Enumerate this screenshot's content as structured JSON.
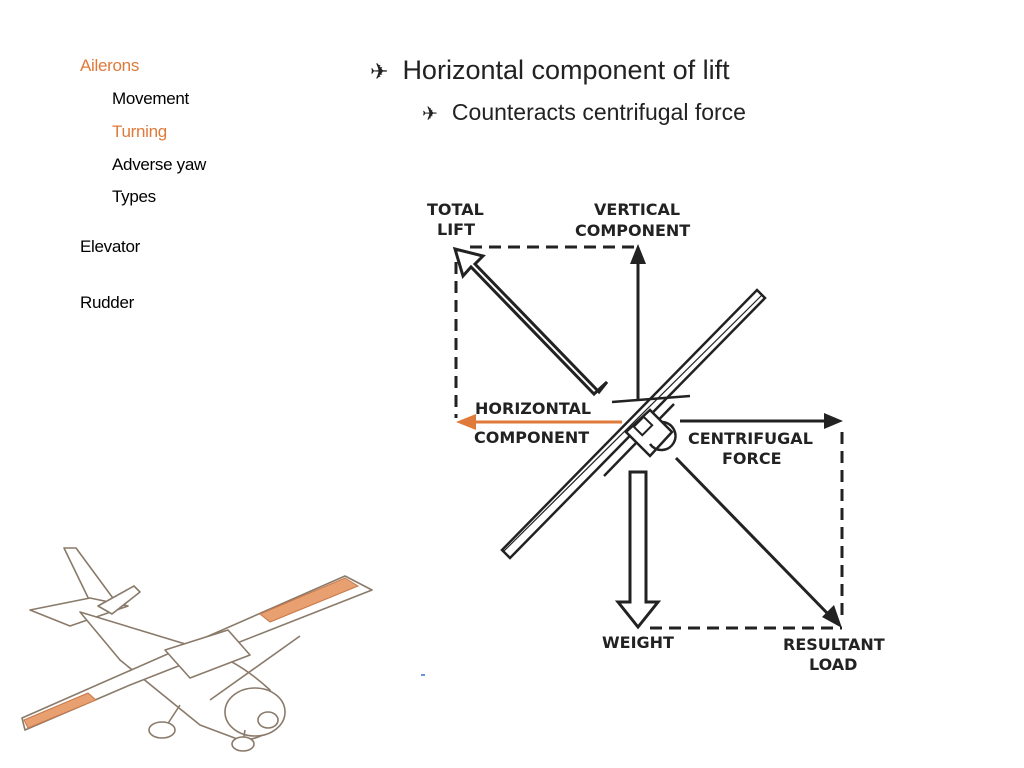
{
  "nav": {
    "ailerons": "Ailerons",
    "movement": "Movement",
    "turning": "Turning",
    "adverse_yaw": "Adverse yaw",
    "types": "Types",
    "elevator": "Elevator",
    "rudder": "Rudder"
  },
  "bullets": {
    "icon": "airplane-icon",
    "main": "Horizontal component of lift",
    "sub": "Counteracts centrifugal force"
  },
  "diagram": {
    "total_lift": [
      "TOTAL",
      "LIFT"
    ],
    "vertical_component": [
      "VERTICAL",
      "COMPONENT"
    ],
    "horizontal_component": [
      "HORIZONTAL",
      "COMPONENT"
    ],
    "centrifugal_force": [
      "CENTRIFUGAL",
      "FORCE"
    ],
    "weight": "WEIGHT",
    "resultant_load": [
      "RESULTANT",
      "LOAD"
    ],
    "highlight_color": "#e07a3a"
  }
}
